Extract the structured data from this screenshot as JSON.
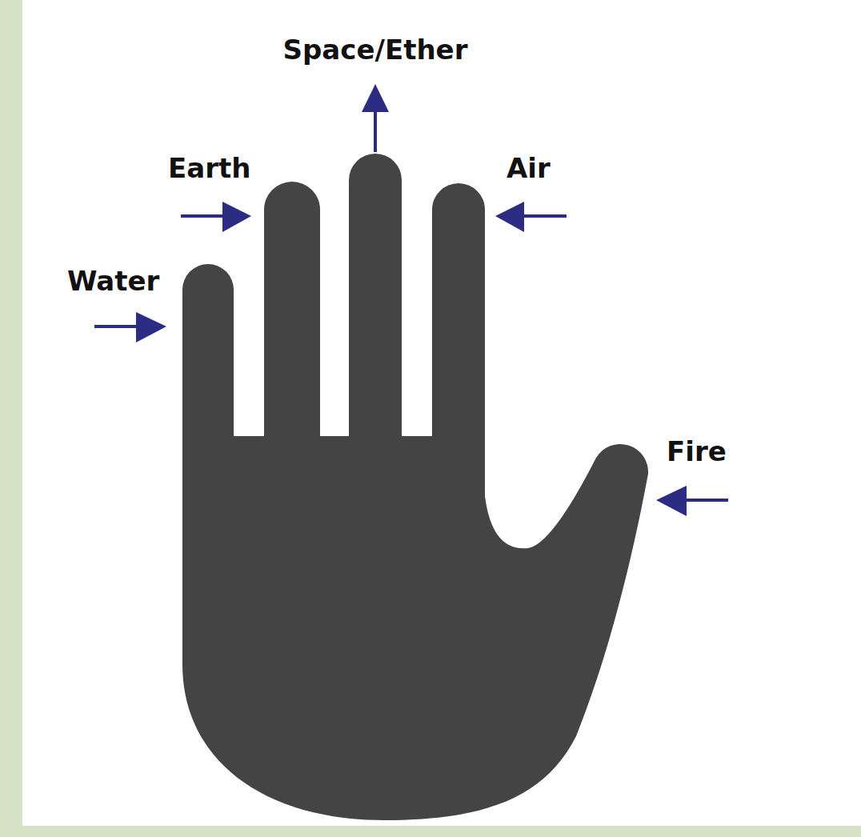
{
  "diagram": {
    "labels": [
      "Space/Ether",
      "Earth",
      "Air",
      "Water",
      "Fire"
    ]
  }
}
